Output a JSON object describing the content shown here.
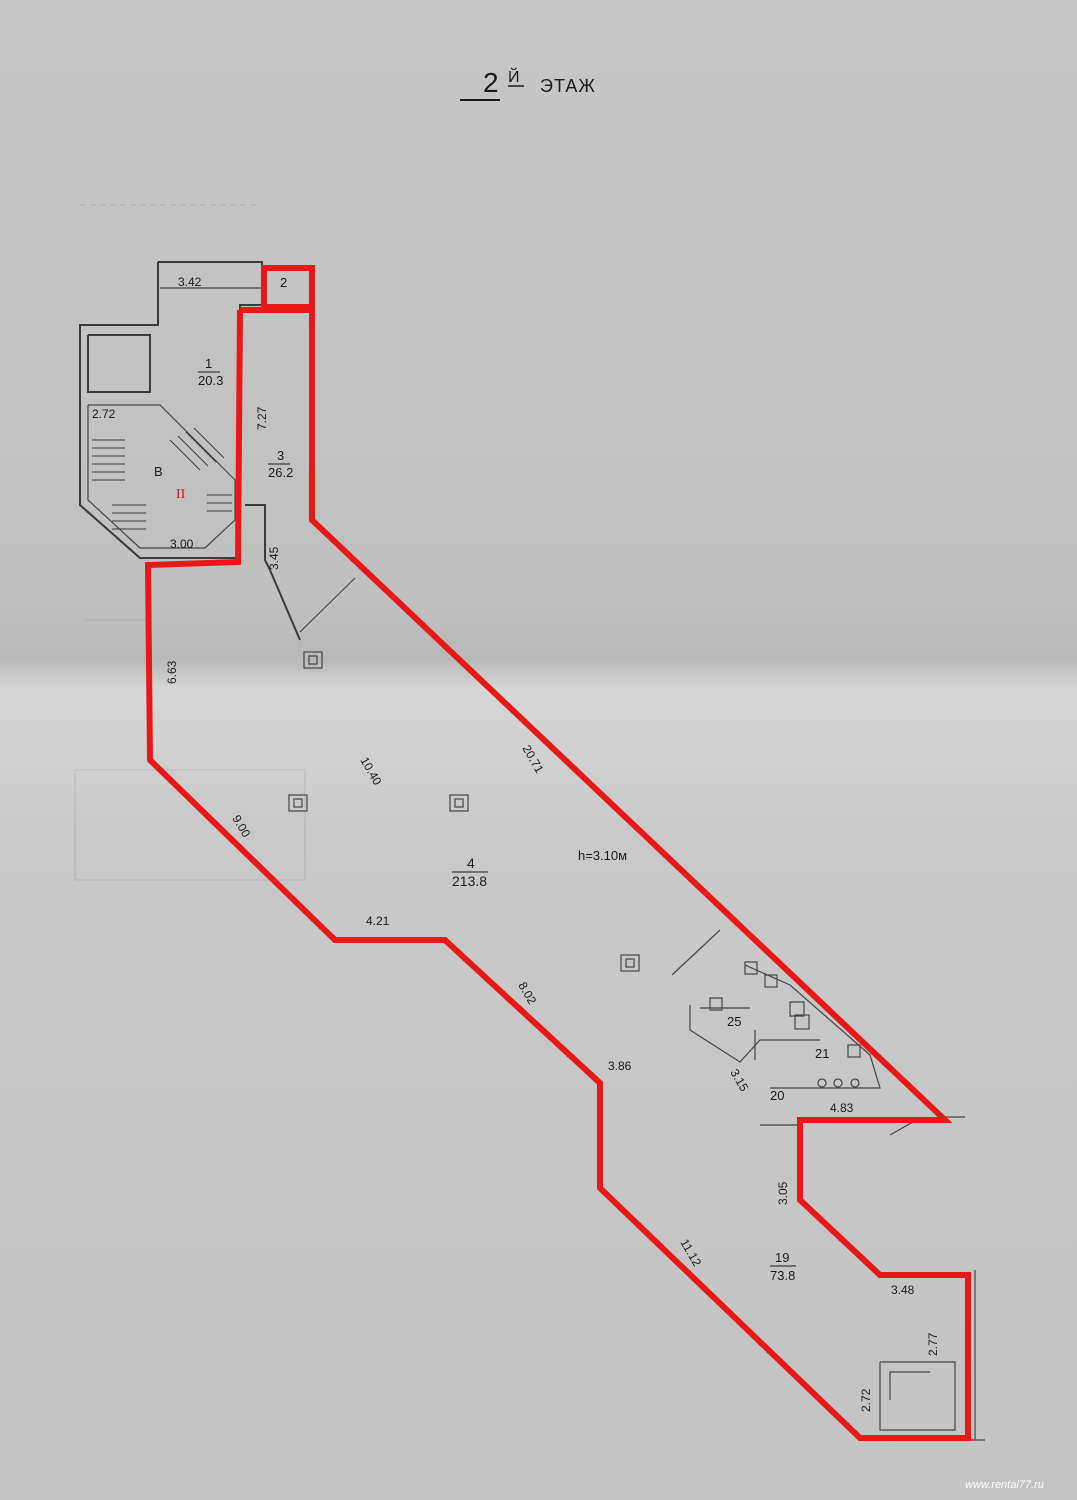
{
  "title": {
    "floor_number": "2",
    "floor_suffix": "Й",
    "floor_word": "ЭТАЖ"
  },
  "rooms": {
    "r1": {
      "number": "1",
      "area": "20.3"
    },
    "r2": {
      "number": "2"
    },
    "r3": {
      "number": "3",
      "area": "26.2"
    },
    "rB": {
      "letter": "В",
      "roman": "II"
    },
    "r4": {
      "number": "4",
      "area": "213.8"
    },
    "r19": {
      "number": "19",
      "area": "73.8"
    },
    "r20": {
      "number": "20"
    },
    "r21": {
      "number": "21"
    },
    "r25": {
      "number": "25"
    }
  },
  "ceiling_height": "h=3.10м",
  "dimensions": {
    "d_3_42": "3.42",
    "d_2_72_top": "2.72",
    "d_7_27": "7.27",
    "d_3_00": "3.00",
    "d_3_45": "3.45",
    "d_6_63": "6.63",
    "d_10_40": "10.40",
    "d_20_71": "20.71",
    "d_9_00": "9.00",
    "d_4_21": "4.21",
    "d_8_02": "8.02",
    "d_3_86": "3.86",
    "d_3_15": "3.15",
    "d_4_83": "4.83",
    "d_3_05": "3.05",
    "d_11_12": "11.12",
    "d_3_48": "3.48",
    "d_2_77": "2.77",
    "d_2_72_bottom": "2.72"
  },
  "watermark": "www.rental77.ru",
  "colors": {
    "highlight": "#e81818",
    "paper": "#c4c4c4",
    "ink": "#1a1a1a"
  }
}
